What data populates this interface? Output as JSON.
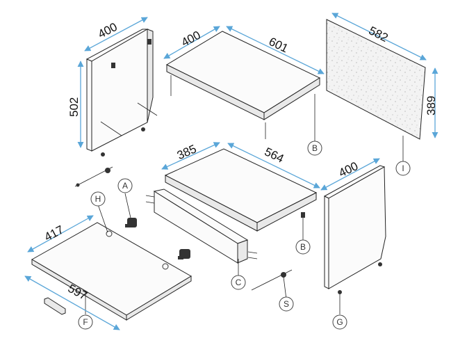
{
  "dimensions": {
    "side_left_width": "400",
    "side_left_height": "502",
    "top_depth": "400",
    "top_width": "601",
    "back_width": "582",
    "back_height": "389",
    "shelf_depth": "385",
    "shelf_width": "564",
    "side_right_width": "400",
    "bottom_depth": "417",
    "bottom_width": "597"
  },
  "callouts": {
    "a": "A",
    "b_top": "B",
    "b_shelf": "B",
    "c": "C",
    "f": "F",
    "g": "G",
    "h": "H",
    "i": "I",
    "s": "S"
  },
  "colors": {
    "dimension_arrow": "#5aa6d8",
    "line": "#222222",
    "back_panel_texture": "#dcdcdc"
  }
}
